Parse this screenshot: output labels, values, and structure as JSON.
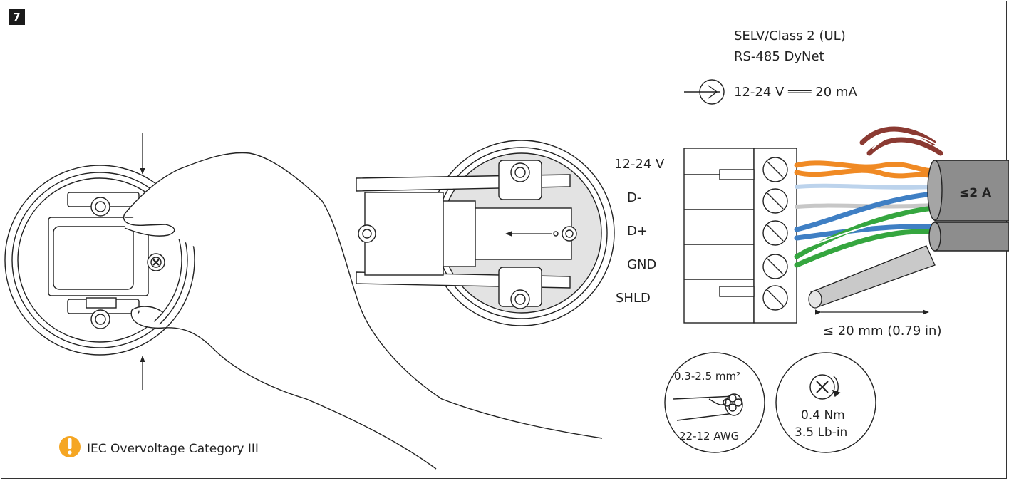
{
  "step": {
    "number": "7"
  },
  "spec": {
    "line1": "SELV/Class 2 (UL)",
    "line2": "RS-485 DyNet",
    "line3": "12-24 V ═══ 20 mA"
  },
  "terminals": [
    "12-24 V",
    "D-",
    "D+",
    "GND",
    "SHLD"
  ],
  "cable": {
    "max_current": "≤2 A"
  },
  "strip_length": "≤ 20 mm (0.79 in)",
  "wire_gauge": {
    "metric": "0.3-2.5 mm²",
    "awg": "22-12 AWG"
  },
  "torque": {
    "nm": "0.4 Nm",
    "lbin": "3.5 Lb-in"
  },
  "warning": {
    "text": "IEC Overvoltage Category III"
  },
  "colors": {
    "brown": "#8b3a32",
    "orange": "#f08a24",
    "blue": "#3f7fc4",
    "green": "#35a63f",
    "cable_gray": "#8d8d8d",
    "warning_yellow": "#f5a623"
  }
}
